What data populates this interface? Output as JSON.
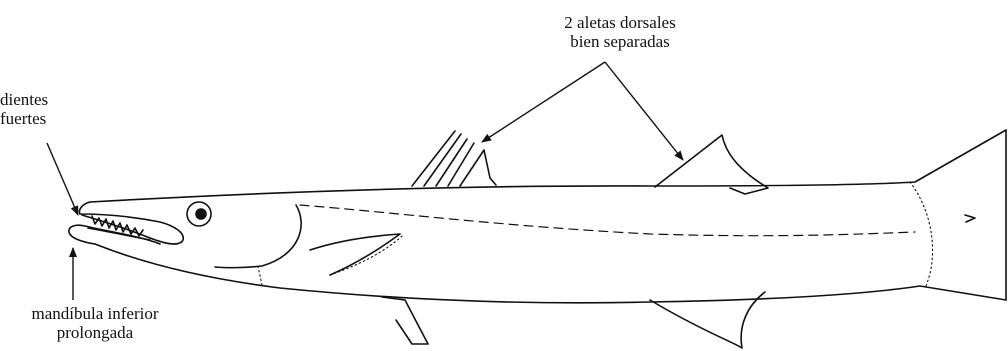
{
  "labels": {
    "dorsal_fins": {
      "line1": "2 aletas dorsales",
      "line2": "bien separadas"
    },
    "teeth": {
      "line1": "dientes",
      "line2": "fuertes"
    },
    "lower_jaw": {
      "line1": "mandíbula inferior",
      "line2": "prolongada"
    }
  },
  "colors": {
    "ink": "#111111",
    "background": "#ffffff"
  }
}
